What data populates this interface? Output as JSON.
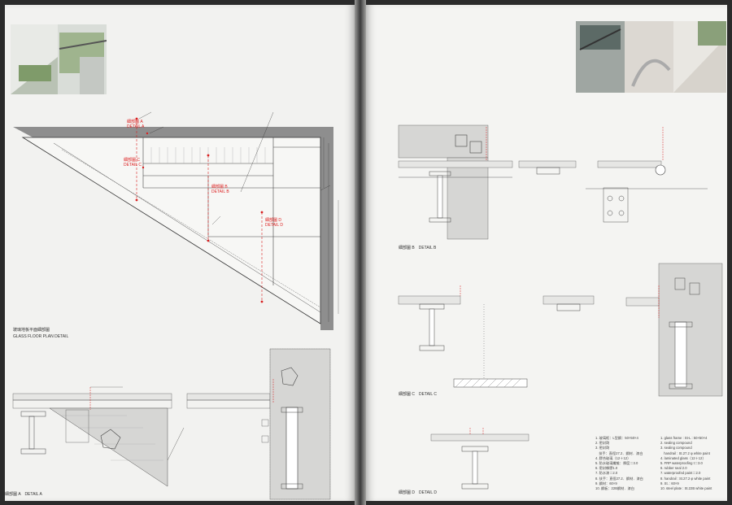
{
  "left_page": {
    "plan_caption_zh": "玻璃地板平面細部圖",
    "plan_caption_en": "GLASS FLOOR PLAN DETAIL",
    "section_refs": [
      {
        "zh": "細部圖 A",
        "en": "DETAIL A"
      },
      {
        "zh": "細部圖 C",
        "en": "DETAIL C"
      },
      {
        "zh": "細部圖 B",
        "en": "DETAIL B"
      },
      {
        "zh": "細部圖 D",
        "en": "DETAIL D"
      }
    ],
    "detail_a_caption": "細部圖 A　DETAIL A"
  },
  "right_page": {
    "detail_b_caption": "細部圖 B　DETAIL B",
    "detail_c_caption": "細部圖 C　DETAIL C",
    "detail_d_caption": "細部圖 D　DETAIL D",
    "legend_zh": [
      "1. 玻璃框：L型鋼：50×50×4",
      "2. 密封劑",
      "3. 密封劑",
      "　扶手：直徑27.2．鋼材．漆白",
      "4. 膠合玻璃（12＋12）",
      "5. 防水玻璃纖維：厚度＝3.0",
      "6. 密封橡膠1.0",
      "7. 防水漆＝2.0",
      "8. 扶手：直徑27.2．鋼材．漆白",
      "9. 鋼材：60×9",
      "10. 鋼板：22B鋼材．漆白"
    ],
    "legend_en": [
      "1. glass frame : St-L : 50×50×4",
      "2. sealing compound",
      "3. sealing compound",
      "　handrail : St.27.2 φ white paint",
      "4. laminated glass（12＋12）",
      "5. FRP waterproofing t＝3.0",
      "6. rubber seal 2.0",
      "7. waterproofed paint＝2.0",
      "8. handrail : St.27.2 φ white paint",
      "9. St. : 60×9",
      "10. steel plate : St.22B white paint"
    ]
  },
  "colors": {
    "concrete": "#d6d6d4",
    "wall_dark": "#8e8e8e",
    "red_mark": "#d82020",
    "line": "#333333"
  },
  "icons": [
    "photo-balcony",
    "photo-stair",
    "section-cut-marker"
  ]
}
